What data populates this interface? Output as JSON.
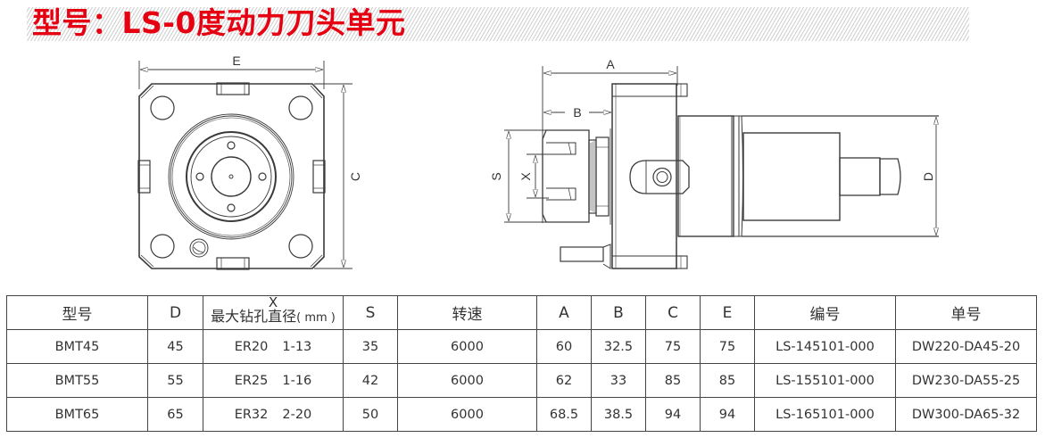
{
  "title": {
    "text": "型号：LS-0度动力刀头单元",
    "color": "#e50012"
  },
  "drawing": {
    "front_view": {
      "dim_labels": {
        "width": "E",
        "height": "C"
      }
    },
    "side_view": {
      "dim_labels": {
        "overall_length": "A",
        "nut_length": "B",
        "nut_diameter": "S",
        "bore": "X",
        "shank_diameter": "D"
      }
    }
  },
  "table": {
    "headers": {
      "model": "型号",
      "d": "D",
      "x_top": "X",
      "x_bottom": "最大钻孔直径",
      "x_unit": "( mm )",
      "s": "S",
      "speed": "转速",
      "a": "A",
      "b": "B",
      "c": "C",
      "e": "E",
      "code": "编号",
      "order_no": "单号"
    },
    "rows": [
      {
        "model": "BMT45",
        "d": "45",
        "collet": "ER20",
        "range": "1-13",
        "s": "35",
        "speed": "6000",
        "a": "60",
        "b": "32.5",
        "c": "75",
        "e": "75",
        "code": "LS-145101-000",
        "order_no": "DW220-DA45-20"
      },
      {
        "model": "BMT55",
        "d": "55",
        "collet": "ER25",
        "range": "1-16",
        "s": "42",
        "speed": "6000",
        "a": "62",
        "b": "33",
        "c": "85",
        "e": "85",
        "code": "LS-155101-000",
        "order_no": "DW230-DA55-25"
      },
      {
        "model": "BMT65",
        "d": "65",
        "collet": "ER32",
        "range": "2-20",
        "s": "50",
        "speed": "6000",
        "a": "68.5",
        "b": "38.5",
        "c": "94",
        "e": "94",
        "code": "LS-165101-000",
        "order_no": "DW300-DA65-32"
      }
    ]
  }
}
